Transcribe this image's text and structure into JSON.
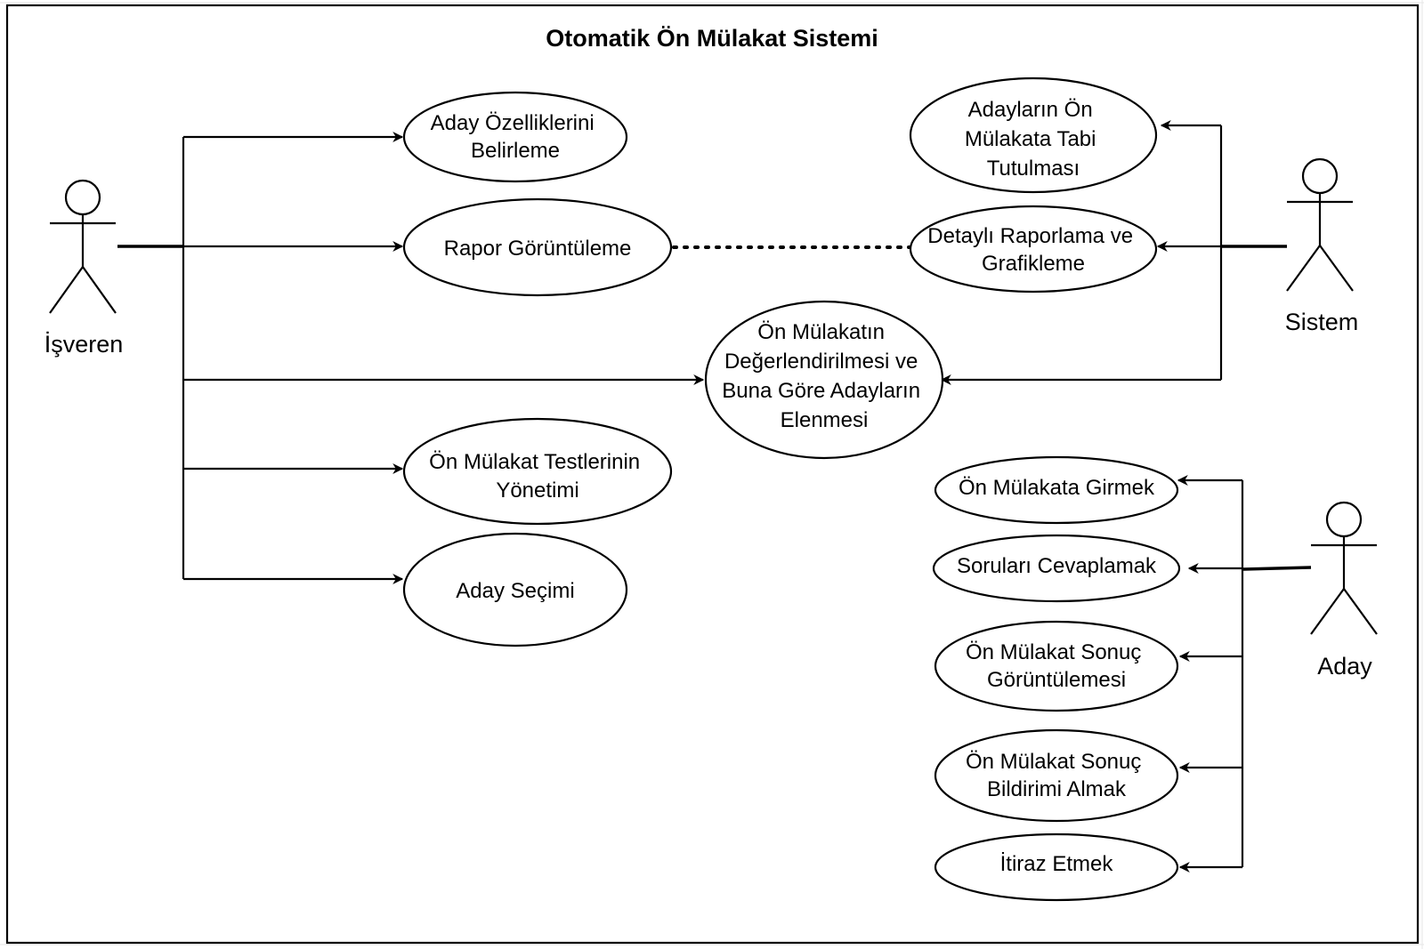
{
  "title": "Otomatik Ön Mülakat Sistemi",
  "actors": {
    "isveren": "İşveren",
    "sistem": "Sistem",
    "aday": "Aday"
  },
  "use_cases": {
    "aday_ozellikleri": [
      "Aday Özelliklerini",
      "Belirleme"
    ],
    "rapor_goruntuleme": [
      "Rapor Görüntüleme"
    ],
    "degerlendirme": [
      "Ön Mülakatın",
      "Değerlendirilmesi ve",
      "Buna Göre Adayların",
      "Elenmesi"
    ],
    "test_yonetimi": [
      "Ön Mülakat Testlerinin",
      "Yönetimi"
    ],
    "aday_secimi": [
      "Aday Seçimi"
    ],
    "on_mulakata_tabi": [
      "Adayların Ön",
      "Mülakata Tabi",
      "Tutulması"
    ],
    "detayli_raporlama": [
      "Detaylı Raporlama ve",
      "Grafikleme"
    ],
    "mulakata_girmek": [
      "Ön Mülakata Girmek"
    ],
    "sorulari_cevaplamak": [
      "Soruları Cevaplamak"
    ],
    "sonuc_goruntulemesi": [
      "Ön Mülakat Sonuç",
      "Görüntülemesi"
    ],
    "sonuc_bildirimi": [
      "Ön Mülakat Sonuç",
      "Bildirimi Almak"
    ],
    "itiraz_etmek": [
      "İtiraz Etmek"
    ]
  }
}
